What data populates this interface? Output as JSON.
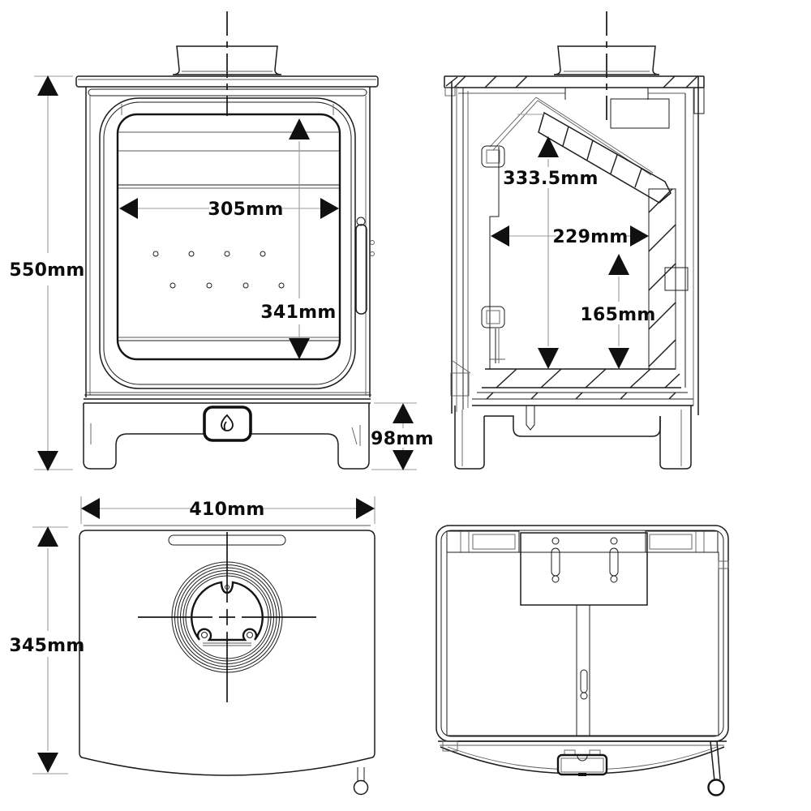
{
  "drawing": {
    "type": "stove-dimension-diagram",
    "colors": {
      "background": "#ffffff",
      "line": "#1c1c1c",
      "dim_line": "#9b9b9b",
      "label": "#0c0c0c"
    },
    "views": {
      "front": {
        "name": "front-view",
        "dims": {
          "overall_height": "550mm",
          "glass_width": "305mm",
          "glass_height": "341mm",
          "base_height": "98mm"
        }
      },
      "side_section": {
        "name": "side-section-view",
        "dims": {
          "baffle_height": "333.5mm",
          "internal_depth": "229mm",
          "rear_internal_height": "165mm"
        }
      },
      "top": {
        "name": "top-view",
        "dims": {
          "overall_width": "410mm",
          "overall_depth": "345mm"
        }
      },
      "rear": {
        "name": "rear-view",
        "dims": {}
      }
    }
  }
}
